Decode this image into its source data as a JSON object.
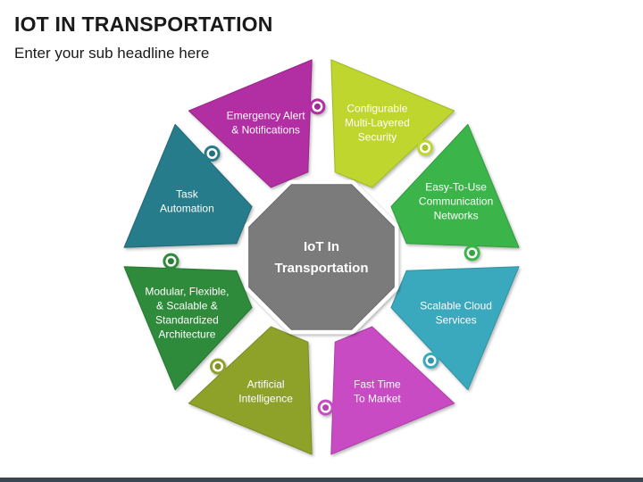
{
  "header": {
    "title": "IOT IN TRANSPORTATION",
    "subtitle": "Enter your sub headline here"
  },
  "diagram": {
    "center": {
      "lines": [
        "IoT In",
        "Transportation"
      ],
      "color": "#7b7b7b"
    },
    "segments": [
      {
        "lines": [
          "Emergency Alert",
          "& Notifications"
        ],
        "color": "#b22ea3",
        "knob": "convex"
      },
      {
        "lines": [
          "Configurable",
          "Multi-Layered",
          "Security"
        ],
        "color": "#bfd62e",
        "knob": "concave"
      },
      {
        "lines": [
          "Easy-To-Use",
          "Communication",
          "Networks"
        ],
        "color": "#3bb54a",
        "knob": "convex"
      },
      {
        "lines": [
          "Scalable Cloud",
          "Services"
        ],
        "color": "#3aa9bd",
        "knob": "concave"
      },
      {
        "lines": [
          "Fast Time",
          "To Market"
        ],
        "color": "#c94bc4",
        "knob": "convex"
      },
      {
        "lines": [
          "Artificial",
          "Intelligence"
        ],
        "color": "#8ea22b",
        "knob": "concave"
      },
      {
        "lines": [
          "Modular, Flexible,",
          "& Scalable &",
          "Standardized",
          "Architecture"
        ],
        "color": "#2f8b3a",
        "knob": "convex"
      },
      {
        "lines": [
          "Task",
          "Automation"
        ],
        "color": "#287b8a",
        "knob": "concave"
      }
    ]
  }
}
